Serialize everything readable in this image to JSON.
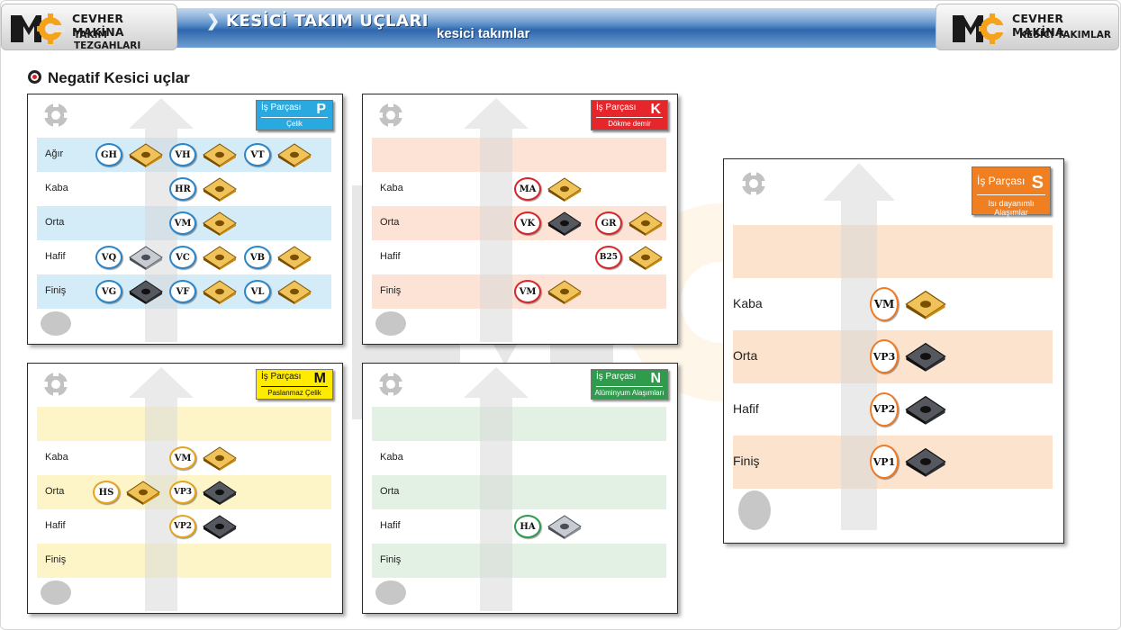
{
  "header": {
    "title": "KESİCİ TAKIM UÇLARI",
    "subtitle": "kesici takımlar",
    "left_brand": {
      "line1": "CEVHER MAKİNA",
      "line2": "TAKIM TEZGAHLARI"
    },
    "right_brand": {
      "line1": "CEVHER MAKİNA",
      "line2": "KESİCİ TAKIMLAR"
    }
  },
  "section_title": "Negatif Kesici uçlar",
  "colors": {
    "P": "#2aa9e0",
    "K": "#e5262b",
    "M": "#ffeb00",
    "N": "#2e9b4d",
    "S": "#f07f22",
    "row_P": "#d3ecf8",
    "row_K": "#fde3d6",
    "row_M": "#fdf5c7",
    "row_N": "#e2f1e4",
    "row_S": "#fbe3cd"
  },
  "panels": [
    {
      "id": "P",
      "badge": {
        "label": "İş Parçası",
        "letter": "P",
        "material": "Çelik"
      },
      "rows": [
        {
          "label": "Ağır",
          "tags": [
            {
              "code": "GH",
              "insert": "gold"
            },
            {
              "code": "VH",
              "insert": "gold"
            },
            {
              "code": "VT",
              "insert": "gold"
            }
          ]
        },
        {
          "label": "Kaba",
          "tags": [
            {
              "code": "HR",
              "insert": "gold"
            }
          ]
        },
        {
          "label": "Orta",
          "tags": [
            {
              "code": "VM",
              "insert": "gold"
            }
          ]
        },
        {
          "label": "Hafif",
          "tags": [
            {
              "code": "VQ",
              "insert": "silver"
            },
            {
              "code": "VC",
              "insert": "gold"
            },
            {
              "code": "VB",
              "insert": "gold"
            }
          ]
        },
        {
          "label": "Finiş",
          "tags": [
            {
              "code": "VG",
              "insert": "dark"
            },
            {
              "code": "VF",
              "insert": "gold"
            },
            {
              "code": "VL",
              "insert": "gold"
            }
          ]
        }
      ]
    },
    {
      "id": "K",
      "badge": {
        "label": "İş Parçası",
        "letter": "K",
        "material": "Dökme demir"
      },
      "rows": [
        {
          "label": "",
          "tags": []
        },
        {
          "label": "Kaba",
          "tags": [
            {
              "code": "MA",
              "insert": "gold"
            }
          ]
        },
        {
          "label": "Orta",
          "tags": [
            {
              "code": "VK",
              "insert": "dark"
            },
            {
              "code": "GR",
              "insert": "gold"
            }
          ]
        },
        {
          "label": "Hafif",
          "tags": [
            {
              "code": "B25",
              "insert": "gold"
            }
          ]
        },
        {
          "label": "Finiş",
          "tags": [
            {
              "code": "VM",
              "insert": "gold"
            }
          ]
        }
      ]
    },
    {
      "id": "M",
      "badge": {
        "label": "İş Parçası",
        "letter": "M",
        "material": "Paslanmaz Çelik"
      },
      "rows": [
        {
          "label": "",
          "tags": []
        },
        {
          "label": "Kaba",
          "tags": [
            {
              "code": "VM",
              "insert": "gold"
            }
          ]
        },
        {
          "label": "Orta",
          "tags": [
            {
              "code": "HS",
              "insert": "gold"
            },
            {
              "code": "VP3",
              "insert": "dark"
            }
          ]
        },
        {
          "label": "Hafif",
          "tags": [
            {
              "code": "VP2",
              "insert": "dark"
            }
          ]
        },
        {
          "label": "Finiş",
          "tags": []
        }
      ]
    },
    {
      "id": "N",
      "badge": {
        "label": "İş Parçası",
        "letter": "N",
        "material": "Alüminyum Alaşımları"
      },
      "rows": [
        {
          "label": "",
          "tags": []
        },
        {
          "label": "Kaba",
          "tags": []
        },
        {
          "label": "Orta",
          "tags": []
        },
        {
          "label": "Hafif",
          "tags": [
            {
              "code": "HA",
              "insert": "silver"
            }
          ]
        },
        {
          "label": "Finiş",
          "tags": []
        }
      ]
    },
    {
      "id": "S",
      "badge": {
        "label": "İş Parçası",
        "letter": "S",
        "material": "Isı dayanımlı Alaşımlar"
      },
      "rows": [
        {
          "label": "",
          "tags": []
        },
        {
          "label": "Kaba",
          "tags": [
            {
              "code": "VM",
              "insert": "gold"
            }
          ]
        },
        {
          "label": "Orta",
          "tags": [
            {
              "code": "VP3",
              "insert": "dark"
            }
          ]
        },
        {
          "label": "Hafif",
          "tags": [
            {
              "code": "VP2",
              "insert": "dark"
            }
          ]
        },
        {
          "label": "Finiş",
          "tags": [
            {
              "code": "VP1",
              "insert": "dark"
            }
          ]
        }
      ]
    }
  ]
}
